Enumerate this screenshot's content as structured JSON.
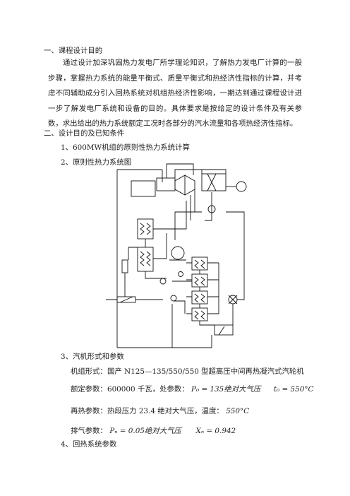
{
  "section1": {
    "heading": "一、课程设计目的",
    "paragraph": "通过设计加深巩固热力发电厂所学理论知识，了解热力发电厂计算的一般步骤，掌握热力系统的能量平衡式、质量平衡式和热经济性指标的计算，并考虑不同辅助成分引入回热系统对机组热经济性影响，一期达到通过课程设计进一步了解发电厂系统和设备的目的。具体要求是按给定的设计条件及有关参数，求出给出的热力系统额定工况时各部分的汽水流量和各项热经济性指标。"
  },
  "section2": {
    "heading": "二、设计目的及已知条件",
    "item1": "1、600MW机组的原则性热力系统计算",
    "item2": "2、原则性热力系统图",
    "item3": "3、汽机形式和参数",
    "unit_type": "机组形式：国产 N125—135/550/550 型超高压中间再热凝汽式汽轮机",
    "rated_prefix": "额定参数：600000 千瓦，处参数：",
    "rated_p0": "P₀ = 135绝对大气压",
    "rated_t0": "t₀ = 550°C",
    "reheat": "再热参数：热段压力 23.4 绝对大气压，温度：",
    "reheat_temp": "550°C",
    "exhaust_prefix": "排气参数：",
    "exhaust_pn": "Pₙ = 0.05绝对大气压",
    "exhaust_xn": "Xₙ = 0.942",
    "item4": "4、回热系统参数"
  }
}
